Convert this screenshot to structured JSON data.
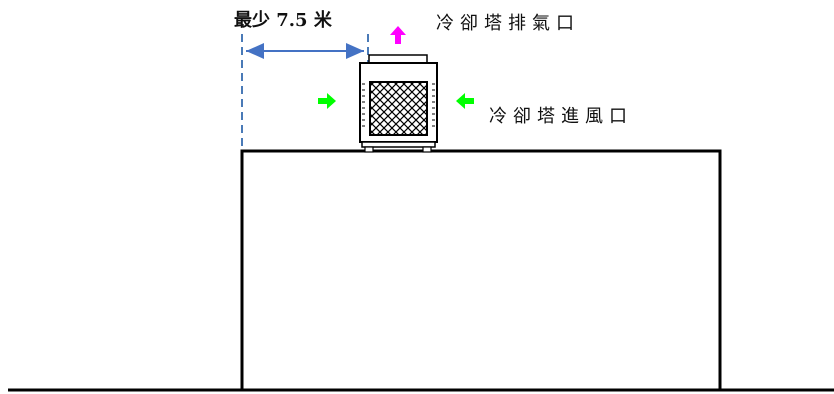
{
  "labels": {
    "min_distance": "最少 7.5 米",
    "exhaust_outlet": "冷卻塔排氣口",
    "air_intake": "冷卻塔進風口"
  },
  "colors": {
    "line": "#000000",
    "dimension_line": "#4472c4",
    "exhaust_arrow": "#ff00ff",
    "intake_arrow": "#00ff00"
  },
  "icons": {
    "exhaust_arrow": "arrow-up-icon",
    "intake_left": "arrow-right-icon",
    "intake_right": "arrow-left-icon"
  }
}
